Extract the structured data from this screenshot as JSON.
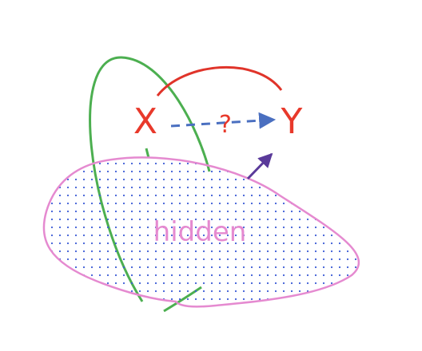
{
  "colors": {
    "node_text": "#e8392b",
    "red_edge": "#e0342a",
    "green_edge": "#4caf50",
    "blue_dashed_edge": "#4a6fc0",
    "question_mark": "#e8392b",
    "purple_arrow": "#5a3a9a",
    "hidden_region_stroke": "#e58ad0",
    "hidden_region_dots": "#3b5bd6",
    "hidden_text": "#e58ad0"
  },
  "nodes": {
    "x_label": "X",
    "y_label": "Y"
  },
  "edge_labels": {
    "unknown_effect": "?"
  },
  "hidden_region": {
    "label": "hidden"
  }
}
